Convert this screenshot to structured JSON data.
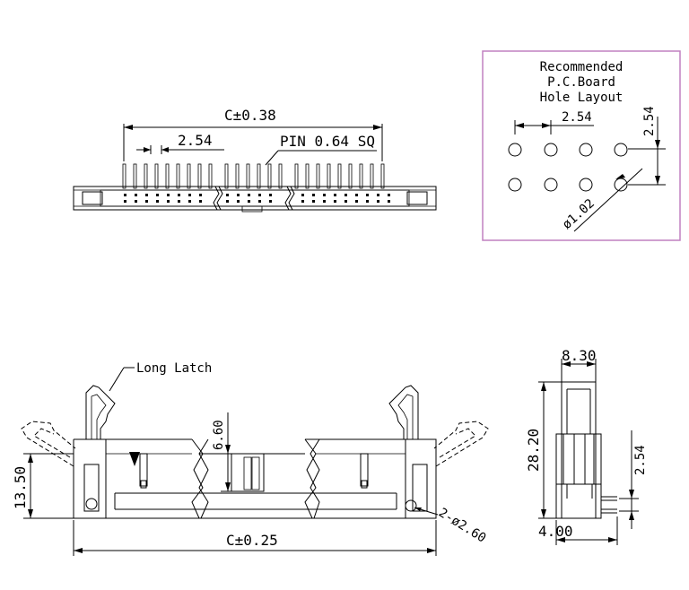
{
  "top_view": {
    "dim_overall": "C±0.38",
    "dim_pitch": "2.54",
    "pin_label": "PIN 0.64 SQ"
  },
  "pcb_layout": {
    "title_line1": "Recommended",
    "title_line2": "P.C.Board",
    "title_line3": "Hole Layout",
    "dim_pitch_h": "2.54",
    "dim_pitch_v": "2.54",
    "dim_hole": "ø1.02",
    "border_color": "#c080c0"
  },
  "front_view": {
    "latch_label": "Long Latch",
    "dim_height": "13.50",
    "dim_slot": "6.60",
    "dim_overall": "C±0.25",
    "dim_mount_hole": "2-ø2.60"
  },
  "side_view": {
    "dim_width": "8.30",
    "dim_height": "28.20",
    "dim_pitch": "2.54",
    "dim_base": "4.00"
  }
}
